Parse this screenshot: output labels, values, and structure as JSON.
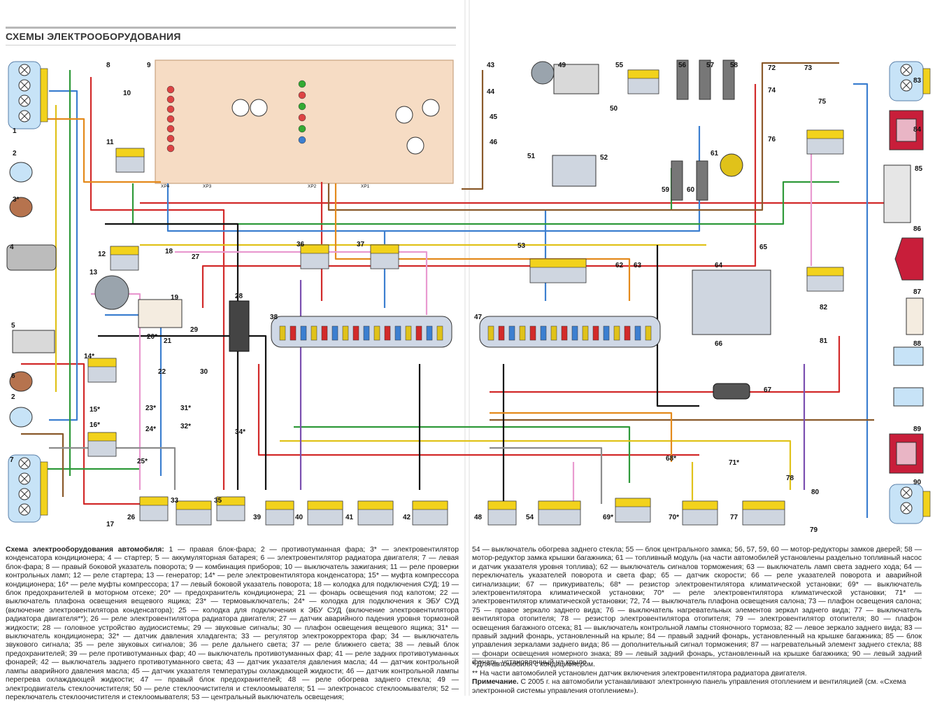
{
  "header": {
    "title": "СХЕМЫ ЭЛЕКТРООБОРУДОВАНИЯ"
  },
  "diagram": {
    "component_labels": [
      "1",
      "2",
      "3*",
      "4",
      "5",
      "6",
      "2",
      "7",
      "8",
      "9",
      "10",
      "11",
      "12",
      "13",
      "14*",
      "15*",
      "16*",
      "17",
      "18",
      "19",
      "20*",
      "21",
      "22",
      "23*",
      "24*",
      "25*",
      "26",
      "27",
      "28",
      "29",
      "30",
      "31*",
      "32*",
      "33",
      "34*",
      "35",
      "36",
      "37",
      "38",
      "39",
      "40",
      "41",
      "42",
      "43",
      "44",
      "45",
      "46",
      "47",
      "48",
      "49",
      "50",
      "51",
      "52",
      "53",
      "54",
      "55",
      "56",
      "57",
      "58",
      "59",
      "60",
      "61",
      "62",
      "63",
      "64",
      "65",
      "66",
      "67",
      "68*",
      "69*",
      "70*",
      "71*",
      "72",
      "73",
      "74",
      "75",
      "76",
      "77",
      "78",
      "79",
      "80",
      "81",
      "82",
      "83",
      "84",
      "85",
      "86",
      "87",
      "88",
      "89",
      "90"
    ],
    "connector_labels": [
      "XP1",
      "XP2",
      "XP3",
      "XP4"
    ]
  },
  "caption_left": {
    "heading": "Схема электрооборудования автомобиля:",
    "text": " 1 — правая блок-фара; 2 — противотуманная фара; 3* — электровентилятор конденсатора кондиционера; 4 — стартер; 5 — аккумуляторная батарея; 6 — электровентилятор радиатора двигателя; 7 — левая блок-фара; 8 — правый боковой указатель поворота; 9 — комбинация приборов; 10 — выключатель зажигания; 11 — реле проверки контрольных ламп; 12 — реле стартера; 13 — генератор; 14* — реле электровентилятора конденсатора; 15* — муфта компрессора кондиционера; 16* — реле муфты компрессора; 17 — левый боковой указатель поворота; 18 — колодка для подключения СУД; 19 — блок предохранителей в моторном отсеке; 20* — предохранитель кондиционера; 21 — фонарь освещения под капотом; 22 — выключатель плафона освещения вещевого ящика; 23* — термовыключатель; 24* — колодка для подключения к ЭБУ СУД (включение электровентилятора конденсатора); 25 — колодка для подключения к ЭБУ СУД (включение электровентилятора радиатора двигателя**); 26 — реле электровентилятора радиатора двигателя; 27 — датчик аварийного падения уровня тормозной жидкости; 28 — головное устройство аудиосистемы; 29 — звуковые сигналы; 30 — плафон освещения вещевого ящика; 31* — выключатель кондиционера; 32* — датчик давления хладагента; 33 — регулятор электрокорректора фар; 34 — выключатель звукового сигнала; 35 — реле звуковых сигналов; 36 — реле дальнего света; 37 — реле ближнего света; 38 — левый блок предохранителей; 39 — реле противотуманных фар; 40 — выключатель противотуманных фар; 41 — реле задних противотуманных фонарей; 42 — выключатель заднего противотуманного света; 43 — датчик указателя давления масла; 44 — датчик контрольной лампы аварийного давления масла; 45 — датчик указателя температуры охлаждающей жидкости; 46 — датчик контрольной лампы перегрева охлаждающей жидкости; 47 — правый блок предохранителей; 48 — реле обогрева заднего стекла; 49 — электродвигатель стеклоочистителя; 50 — реле стеклоочистителя и стеклоомывателя; 51 — электронасос стеклоомывателя; 52 — переключатель стеклоочистителя и стеклоомывателя; 53 — центральный выключатель освещения;"
  },
  "caption_right": {
    "text": "54 — выключатель обогрева заднего стекла; 55 — блок центрального замка; 56, 57, 59, 60 — мотор-редукторы замков дверей; 58 — мотор-редуктор замка крышки багажника; 61 — топливный модуль (на части автомобилей установлены раздельно топливный насос и датчик указателя уровня топлива); 62 — выключатель сигналов торможения; 63 — выключатель ламп света заднего хода; 64 — переключатель указателей поворота и света фар; 65 — датчик скорости; 66 — реле указателей поворота и аварийной сигнализации; 67 — прикуриватель; 68* — резистор электровентилятора климатической установки; 69* — выключатель электровентилятора климатической установки; 70* — реле электровентилятора климатической установки; 71* — электровентилятор климатической установки; 72, 74 — выключатель плафона освещения салона; 73 — плафон освещения салона; 75 — правое зеркало заднего вида; 76 — выключатель нагревательных элементов зеркал заднего вида; 77 — выключатель вентилятора отопителя; 78 — резистор электровентилятора отопителя; 79 — электровентилятор отопителя; 80 — плафон освещения багажного отсека; 81 — выключатель контрольной лампы стояночного тормоза; 82 — левое зеркало заднего вида; 83 — правый задний фонарь, установленный на крыле; 84 — правый задний фонарь, установленный на крышке багажника; 85 — блок управления зеркалами заднего вида; 86 — дополнительный сигнал торможения; 87 — нагревательный элемент заднего стекла; 88 — фонари освещения номерного знака; 89 — левый задний фонарь, установленный на крышке багажника; 90 — левый задний фонарь, установленный на крыле"
  },
  "footnotes": {
    "star": "* Для автомобиля с кондиционером.",
    "double_star": "** На части автомобилей установлен датчик включения электровентилятора радиатора двигателя.",
    "note_label": "Примечание.",
    "note_text": " С 2005 г. на автомобили устанавливают электронную панель управления отоплением и вентиляцией (см. «Схема электронной системы управления отоплением»)."
  },
  "colors": {
    "panel_fill": "#f6dcc4",
    "panel_border": "#c9a27e",
    "wire_red": "#d22a2a",
    "wire_blue": "#3c7fd0",
    "wire_green": "#2f9a3a",
    "wire_yellow": "#e0c21a",
    "wire_brown": "#8a5a2b",
    "wire_black": "#111111",
    "wire_orange": "#e48a1c",
    "wire_pink": "#e99ad0",
    "wire_gray": "#8c8c8c",
    "wire_violet": "#7a4fb0",
    "connector_yellow": "#f2d21c",
    "lamp_blue": "#c7e3f7",
    "fuse_block": "#cfd8e6"
  }
}
